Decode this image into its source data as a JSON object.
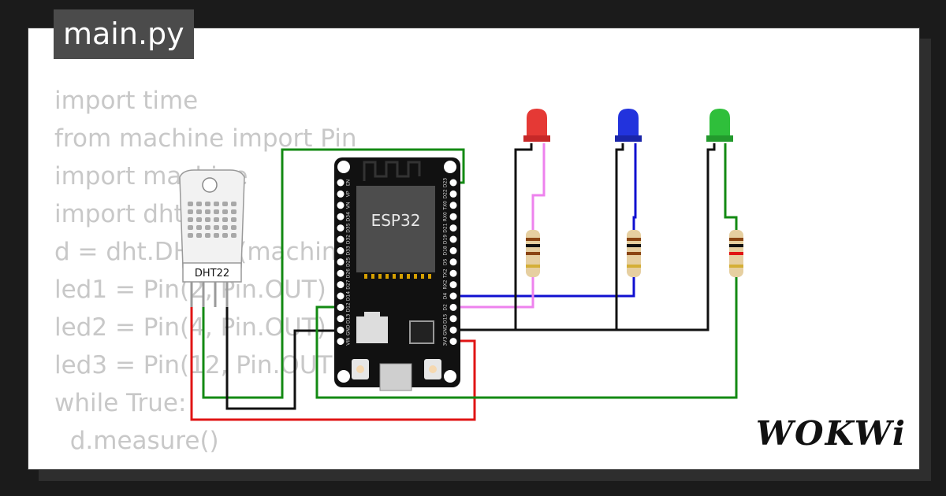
{
  "title": "main.py",
  "code_lines": [
    "import time",
    "from machine import Pin",
    "import machine",
    "import dht",
    "d = dht.DHT22(machine",
    "led1 = Pin(2, Pin.OUT)",
    "led2 = Pin(4, Pin.OUT)",
    "led3 = Pin(12, Pin.OUT)",
    "while True:",
    "  d.measure()"
  ],
  "sensor": {
    "label": "DHT22"
  },
  "board": {
    "label": "ESP32",
    "right_pins": [
      "D23",
      "D22",
      "TX0",
      "RX0",
      "D21",
      "D19",
      "D18",
      "D5",
      "TX2",
      "RX2",
      "D4",
      "D2",
      "D15",
      "GND",
      "3V3"
    ],
    "left_pins": [
      "EN",
      "VP",
      "VN",
      "D34",
      "D35",
      "D32",
      "D33",
      "D25",
      "D26",
      "D27",
      "D14",
      "D12",
      "D13",
      "GND",
      "VIN"
    ]
  },
  "leds": [
    {
      "name": "red",
      "color": "#e53935"
    },
    {
      "name": "blue",
      "color": "#2233dd"
    },
    {
      "name": "green",
      "color": "#2fbf3b"
    }
  ],
  "wire_colors": {
    "green": "#138a13",
    "red": "#e01414",
    "black": "#111111",
    "blue": "#1010d0",
    "pink": "#ee82ee"
  },
  "brand": "WOKWi"
}
